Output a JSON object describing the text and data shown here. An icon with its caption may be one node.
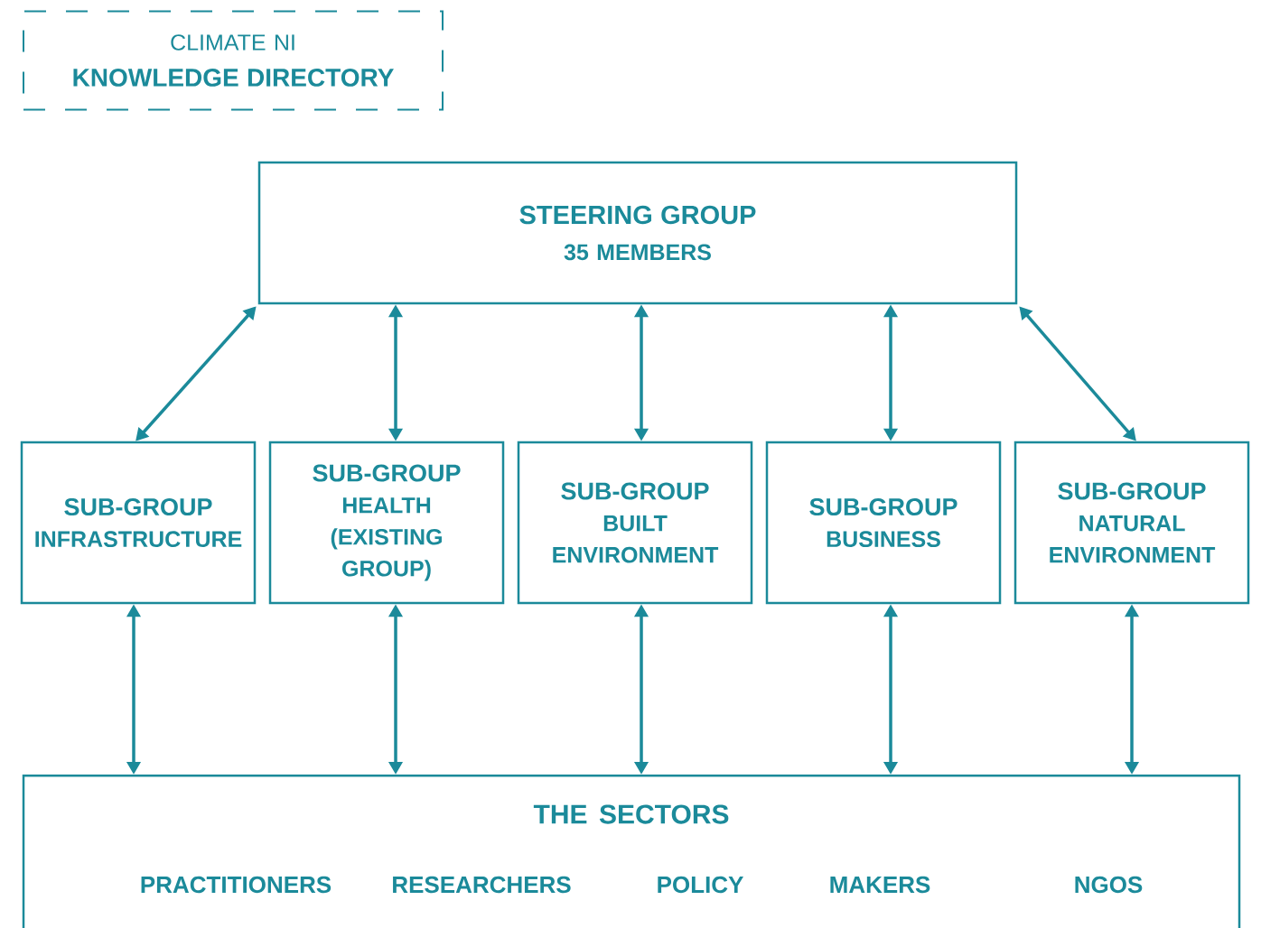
{
  "diagram": {
    "nodes": [
      {
        "text": [
          "CLIMATE NI",
          "KNOWLEDGE DIRECTORY"
        ]
      },
      {
        "text": [
          "STEERING GROUP",
          "35 MEMBERS"
        ]
      },
      {
        "text": [
          "SUB-GROUP",
          "INFRASTRUCTURE"
        ]
      },
      {
        "text": [
          "SUB-GROUP",
          "HEALTH (EXISTING GROUP)"
        ]
      },
      {
        "text": [
          "SUB-GROUP",
          "BUILT ENVIRONMENT"
        ]
      },
      {
        "text": [
          "SUB-GROUP",
          "BUSINESS"
        ]
      },
      {
        "text": [
          "SUB-GROUP",
          "NATURAL ENVIRONMENT"
        ]
      },
      {
        "text": [
          "THE SECTORS",
          "PRACTITIONERS",
          "RESEARCHERS",
          "POLICY",
          "MAKERS",
          "NGOS"
        ]
      }
    ],
    "edges": [
      {
        "from": 1,
        "to": 2,
        "arrow": "both"
      },
      {
        "from": 1,
        "to": 3,
        "arrow": "both"
      },
      {
        "from": 1,
        "to": 4,
        "arrow": "both"
      },
      {
        "from": 1,
        "to": 5,
        "arrow": "both"
      },
      {
        "from": 1,
        "to": 6,
        "arrow": "both"
      },
      {
        "from": 2,
        "to": 7,
        "arrow": "both"
      },
      {
        "from": 3,
        "to": 7,
        "arrow": "both"
      },
      {
        "from": 4,
        "to": 7,
        "arrow": "both"
      },
      {
        "from": 5,
        "to": 7,
        "arrow": "both"
      },
      {
        "from": 6,
        "to": 7,
        "arrow": "both"
      }
    ]
  }
}
